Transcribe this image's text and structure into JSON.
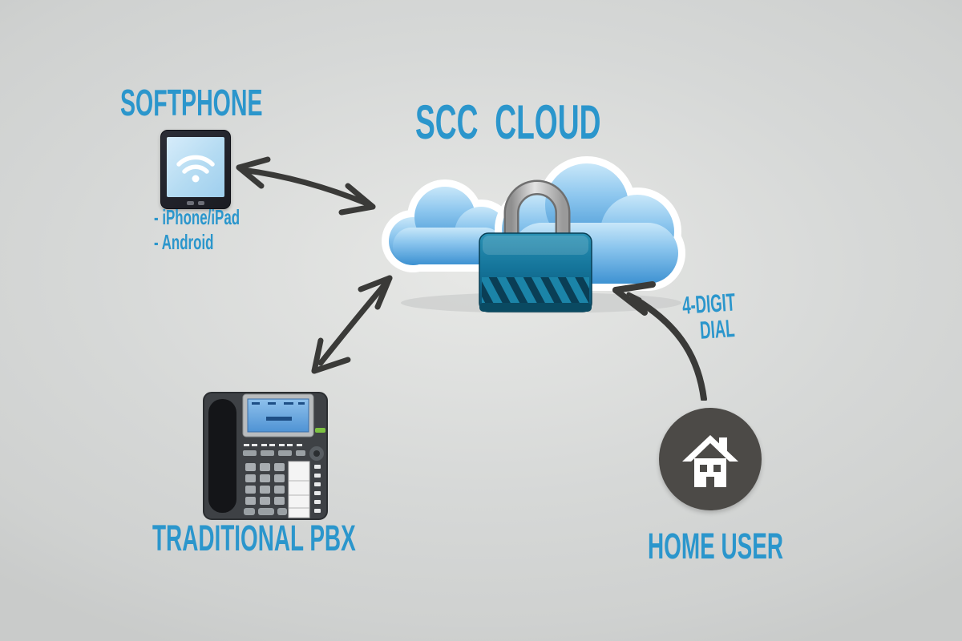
{
  "title": "SCC  CLOUD",
  "nodes": {
    "softphone": {
      "label": "SOFTPHONE",
      "details": [
        "- iPhone/iPad",
        "- Android"
      ]
    },
    "cloud": {
      "label": "SCC  CLOUD",
      "icon": "cloud-with-padlock"
    },
    "pbx": {
      "label": "TRADITIONAL PBX"
    },
    "home_user": {
      "label": "HOME USER"
    }
  },
  "annotations": {
    "dial_label_line1": "4-DIGIT",
    "dial_label_line2": "DIAL"
  },
  "connections": [
    {
      "from": "softphone",
      "to": "cloud",
      "style": "double-headed-sketch-arrow"
    },
    {
      "from": "pbx",
      "to": "cloud",
      "style": "double-headed-sketch-arrow"
    },
    {
      "from": "home_user",
      "to": "cloud",
      "style": "curved-sketch-arrow",
      "label": "4-DIGIT DIAL"
    }
  ],
  "colors": {
    "accent_blue": "#2b96cc",
    "arrow_dark": "#3a3a38",
    "cloud_light": "#c2e4f8",
    "cloud_dark": "#3e92d2",
    "lock_teal": "#14749a",
    "lock_dark": "#0b4f6d",
    "home_circle": "#4c4a47",
    "background": "#d6d8d7",
    "led_green": "#7dc242"
  }
}
